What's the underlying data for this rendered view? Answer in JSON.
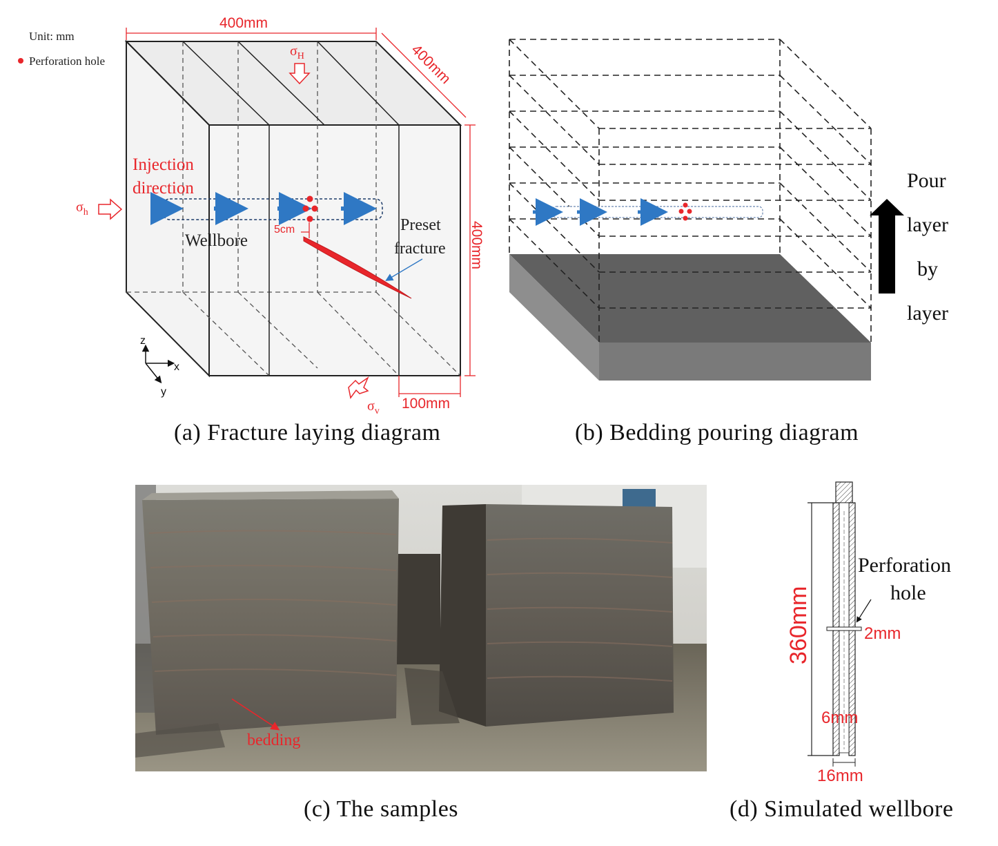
{
  "panel_a": {
    "caption": "(a) Fracture laying diagram",
    "unit_label": "Unit: mm",
    "legend_perforation": "Perforation hole",
    "dim_top": "400mm",
    "dim_side": "400mm",
    "dim_right": "400mm",
    "dim_bottom": "100mm",
    "sigma": "σ",
    "sub_H": "H",
    "sub_h": "h",
    "sub_v": "v",
    "injection_line1": "Injection",
    "injection_line2": "direction",
    "wellbore_label": "Wellbore",
    "offset_label": "5cm",
    "preset_line1": "Preset",
    "preset_line2": "fracture",
    "axis_z": "z",
    "axis_x": "x",
    "axis_y": "y"
  },
  "panel_b": {
    "caption": "(b) Bedding pouring diagram",
    "pour_1": "Pour",
    "pour_2": "layer",
    "pour_3": "by",
    "pour_4": "layer"
  },
  "panel_c": {
    "caption": "(c) The samples",
    "bedding_label": "bedding"
  },
  "panel_d": {
    "caption": "(d) Simulated wellbore",
    "length_label": "360mm",
    "perf_line1": "Perforation",
    "perf_line2": "hole",
    "dim_2mm": "2mm",
    "dim_6mm": "6mm",
    "dim_16mm": "16mm"
  },
  "colors": {
    "annotation_red": "#e8262b",
    "flow_blue": "#2f78c4",
    "outline": "#222222",
    "concrete_gray": "#6b6a62"
  }
}
